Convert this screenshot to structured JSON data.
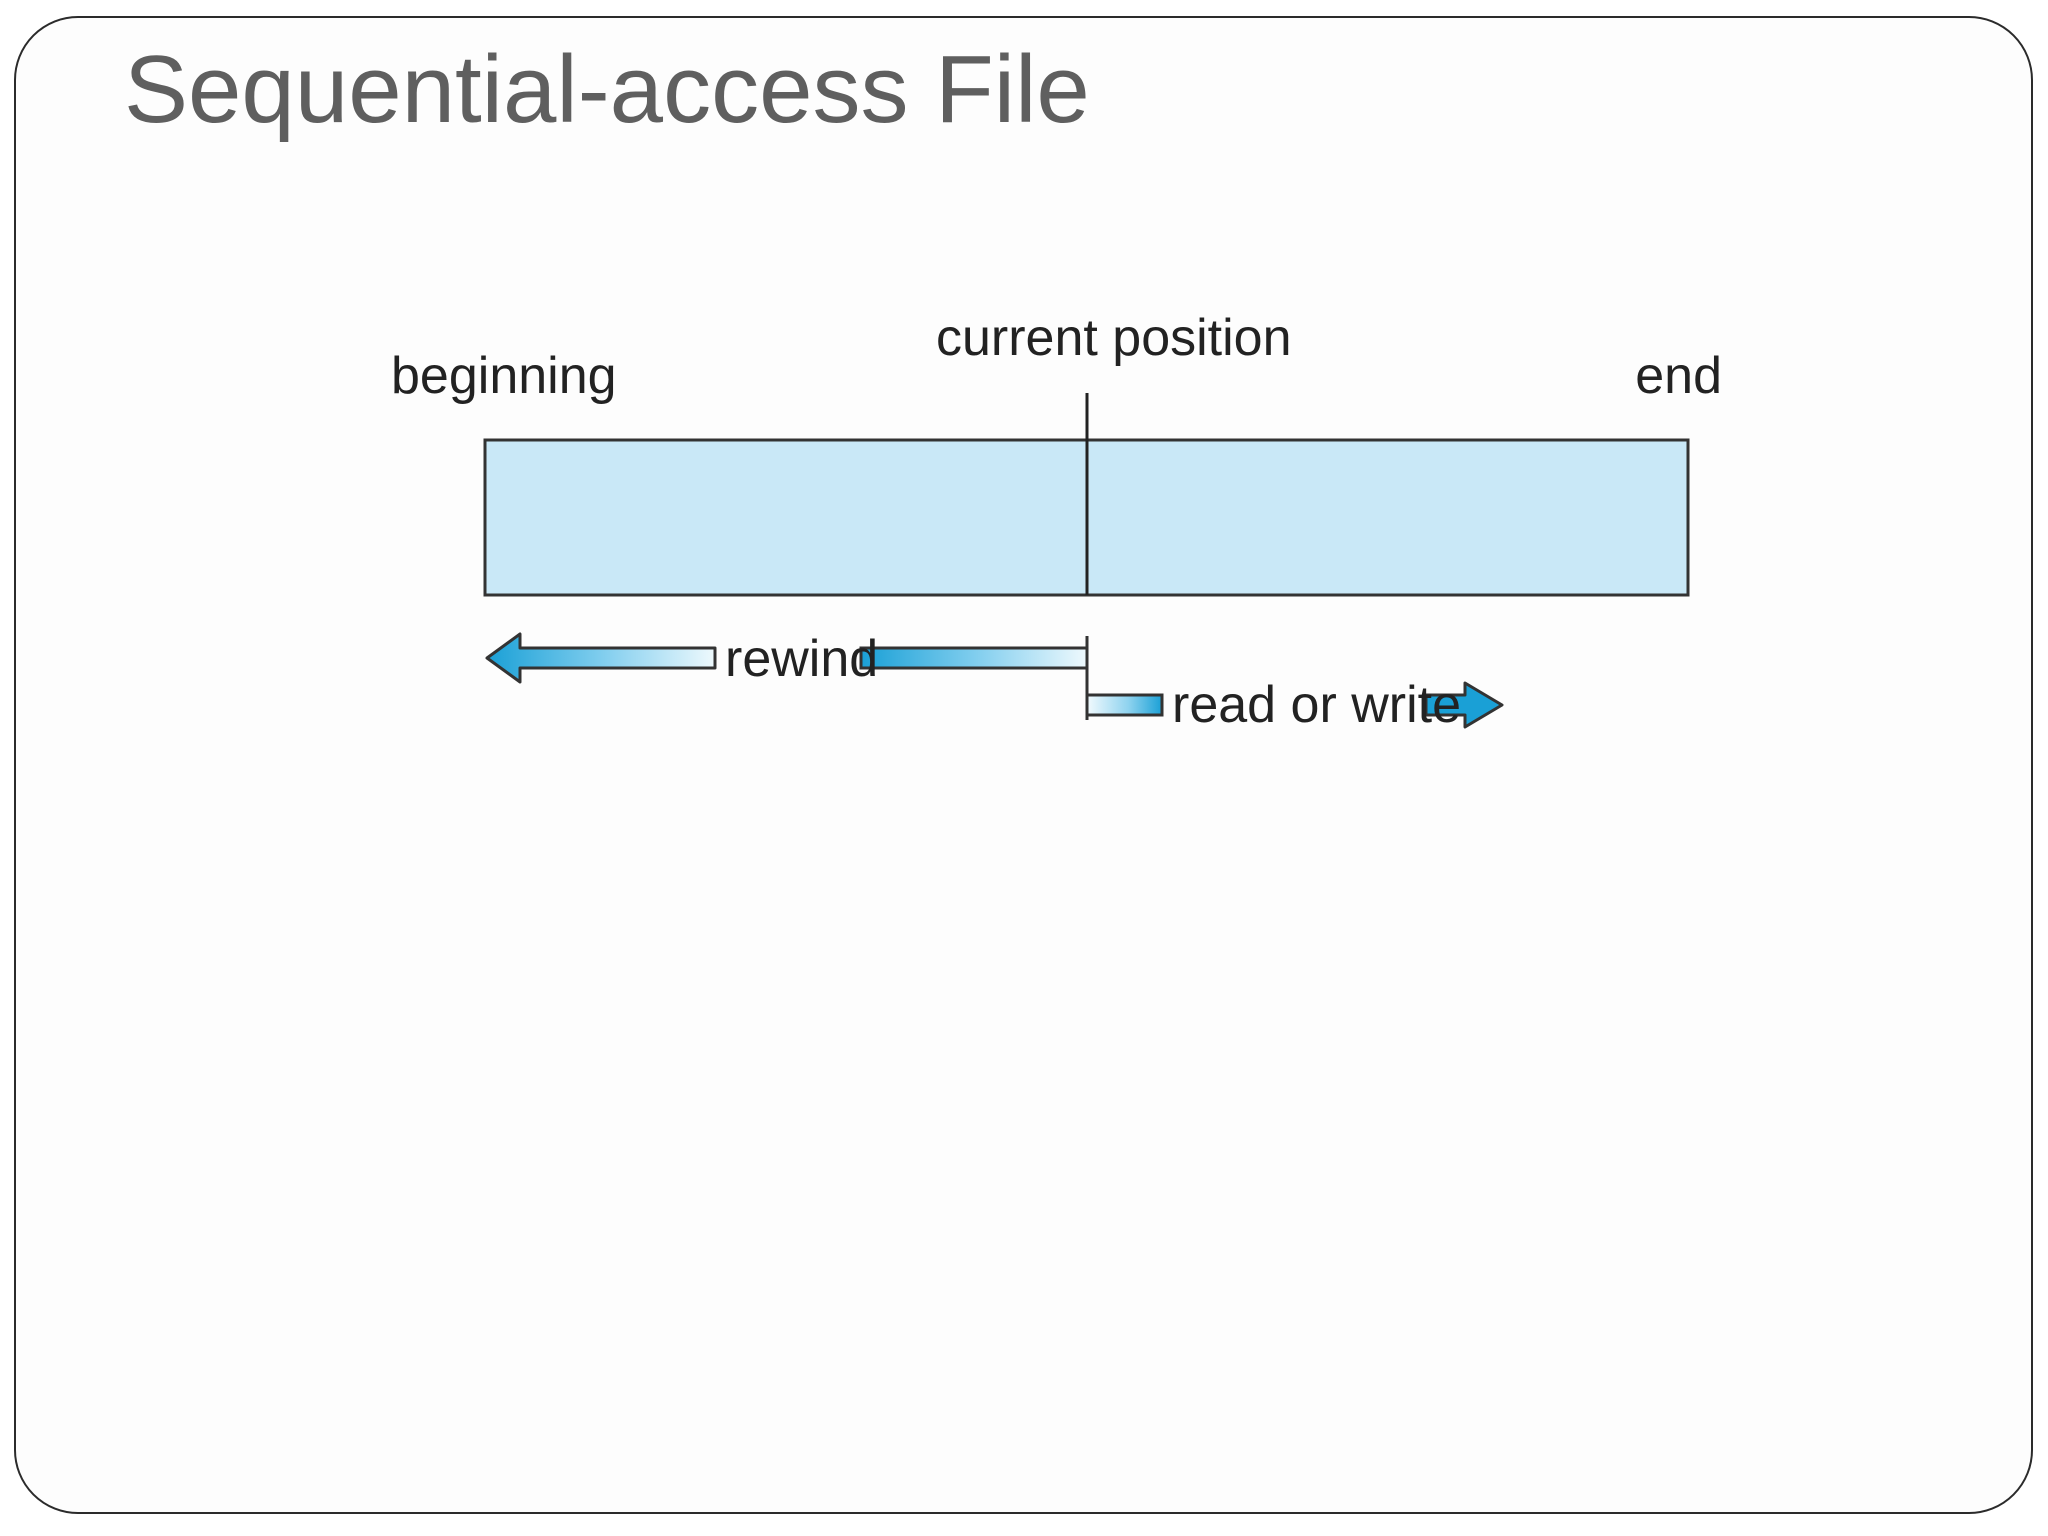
{
  "slide": {
    "title": "Sequential-access File"
  },
  "diagram": {
    "labels": {
      "beginning": "beginning",
      "current_position": "current position",
      "end": "end",
      "rewind": "rewind",
      "read_or_write": "read or write"
    },
    "colors": {
      "file_fill": "#c9e8f7",
      "outline": "#333333",
      "arrow_dark": "#1aa0d6",
      "arrow_light": "#e6f5fc"
    }
  }
}
